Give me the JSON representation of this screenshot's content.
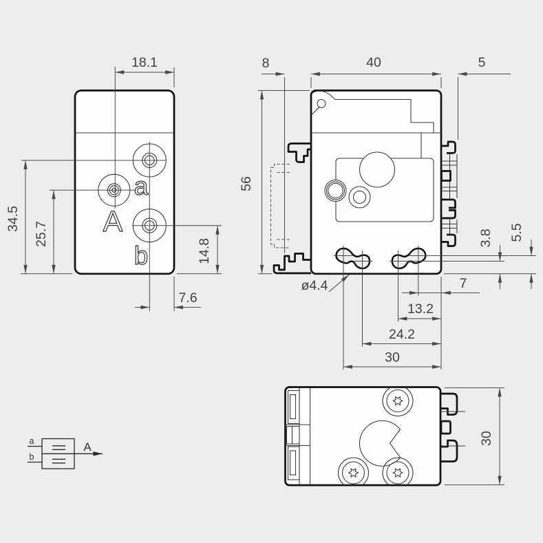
{
  "background": "#ededed",
  "colors": {
    "part_outline": "#121212",
    "dimension": "#474b4f",
    "body_fill": "#fdfdfd"
  },
  "front_view": {
    "engraving": {
      "port_a": "a",
      "section_label": "A",
      "port_b": "b"
    },
    "dimensions": {
      "hole_spacing": "18.1",
      "height_upper_hole": "34.5",
      "height_center_hole": "25.7",
      "height_lower_hole": "14.8",
      "side_offset": "7.6"
    }
  },
  "side_view": {
    "dimensions": {
      "rail_clip_depth": "8",
      "body_depth": "40",
      "connector_depth": "5",
      "body_height": "56",
      "slot_height_inner": "3.8",
      "slot_height_outer": "5.5",
      "slot_diameter": "ø4.4",
      "slot_offset_1": "7",
      "slot_offset_2": "13.2",
      "slot_offset_3": "24.2",
      "slot_offset_4": "30"
    }
  },
  "bottom_view": {
    "dimensions": {
      "body_width": "30"
    }
  },
  "schematic_symbol": {
    "pilot_a": "a",
    "pilot_b": "b",
    "view_label": "A"
  }
}
